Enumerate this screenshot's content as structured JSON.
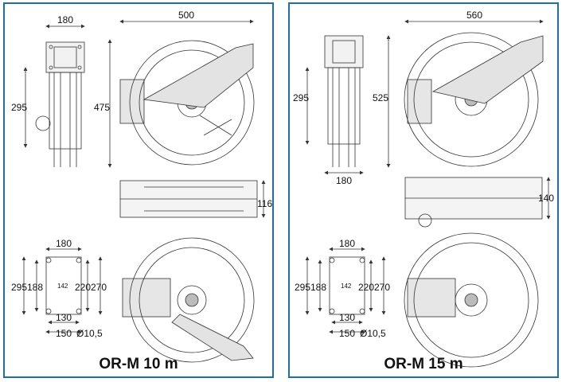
{
  "colors": {
    "border": "#1f6fa6",
    "line": "#333333",
    "fill": "#d8d8d8"
  },
  "left": {
    "caption": "OR-M 10 m",
    "dims": {
      "top_width": "180",
      "reel_width": "500",
      "bracket_height": "295",
      "reel_height": "475",
      "plan_depth": "116",
      "base_width": "180",
      "base_h1": "188",
      "base_h2": "220",
      "base_h3": "270",
      "base_h_outer": "295",
      "base_center": "142",
      "base_w1": "130",
      "base_w2": "150",
      "hole": "Ø10,5"
    }
  },
  "right": {
    "caption": "OR-M 15 m",
    "dims": {
      "reel_width": "560",
      "bracket_height": "295",
      "reel_height": "525",
      "bottom_width": "180",
      "plan_depth": "140",
      "base_width": "180",
      "base_h1": "188",
      "base_h2": "220",
      "base_h3": "270",
      "base_h_outer": "295",
      "base_center": "142",
      "base_w1": "130",
      "base_w2": "150",
      "hole": "Ø10,5"
    }
  }
}
